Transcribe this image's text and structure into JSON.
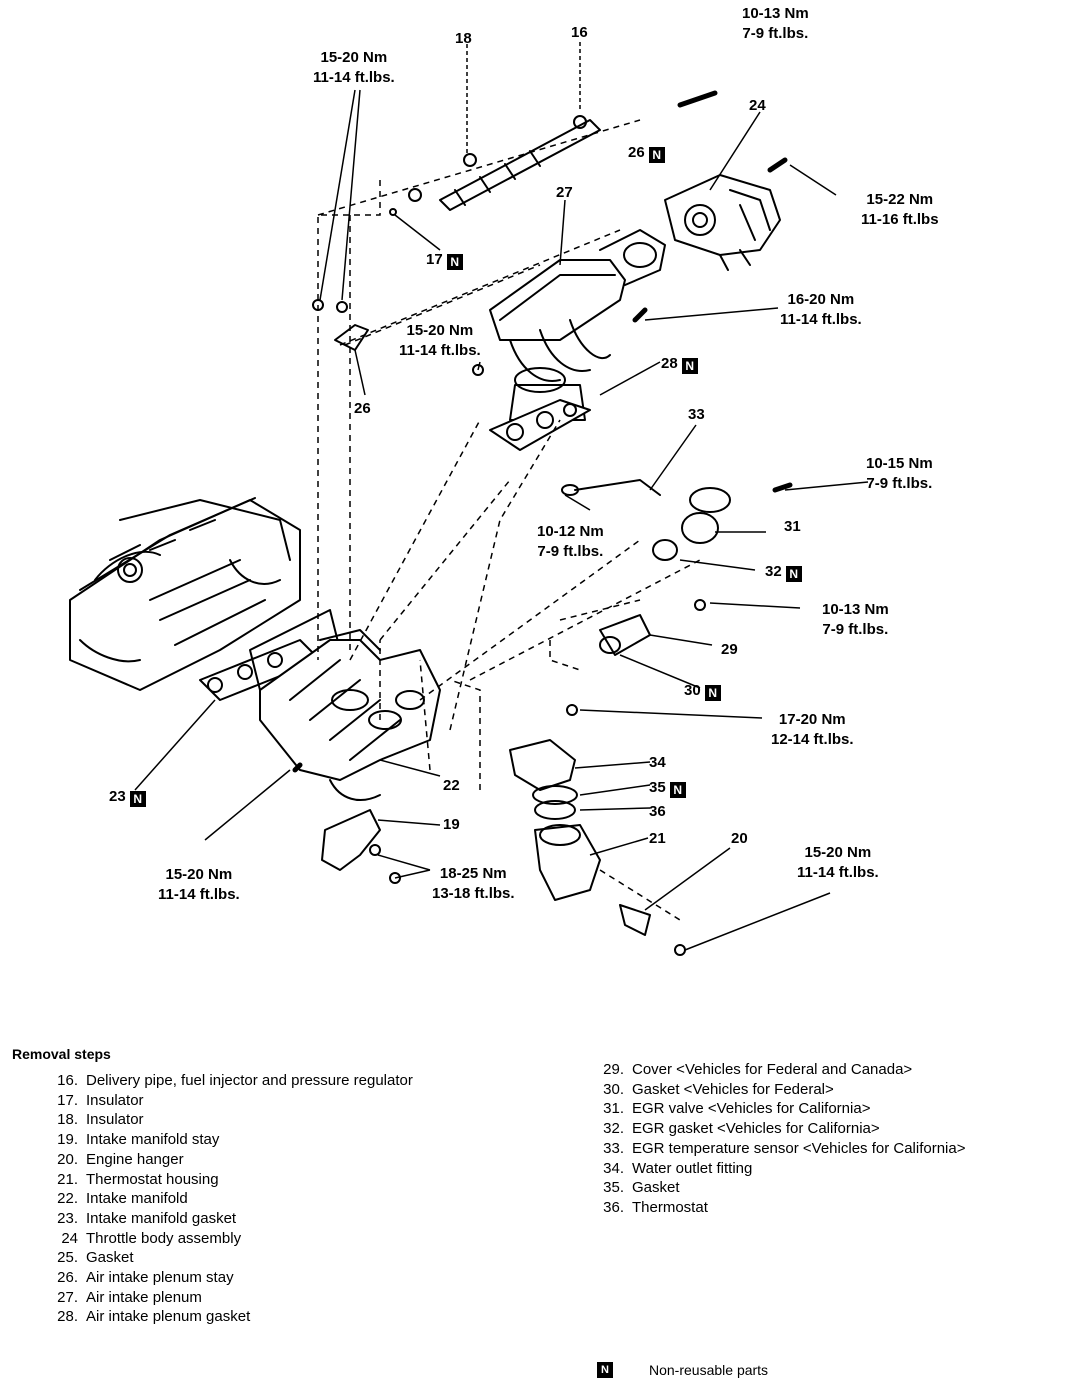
{
  "callouts": {
    "c16": "16",
    "c17": "17",
    "c18": "18",
    "c19": "19",
    "c20": "20",
    "c21": "21",
    "c22": "22",
    "c23": "23",
    "c24": "24",
    "c25": "26",
    "c26": "26",
    "c27": "27",
    "c28": "28",
    "c29": "29",
    "c30": "30",
    "c31": "31",
    "c32": "32",
    "c33": "33",
    "c34": "34",
    "c35": "35",
    "c36": "36"
  },
  "non_reusable_mark": "N",
  "torques": {
    "t1": [
      "10-13 Nm",
      "7-9 ft.lbs."
    ],
    "t2": [
      "15-20 Nm",
      "11-14 ft.lbs."
    ],
    "t3": [
      "15-22 Nm",
      "11-16 ft.lbs"
    ],
    "t4": [
      "16-20 Nm",
      "11-14 ft.lbs."
    ],
    "t5": [
      "15-20 Nm",
      "11-14 ft.lbs."
    ],
    "t6": [
      "10-15 Nm",
      "7-9 ft.lbs."
    ],
    "t7": [
      "10-12 Nm",
      "7-9 ft.lbs."
    ],
    "t8": [
      "10-13 Nm",
      "7-9 ft.lbs."
    ],
    "t9": [
      "17-20 Nm",
      "12-14 ft.lbs."
    ],
    "t10": [
      "15-20 Nm",
      "11-14 ft.lbs."
    ],
    "t11": [
      "15-20 Nm",
      "11-14 ft.lbs."
    ],
    "t12": [
      "18-25 Nm",
      "13-18 ft.lbs."
    ]
  },
  "legend": {
    "title": "Removal steps",
    "left": [
      {
        "num": "16.",
        "text": "Delivery pipe, fuel injector and pressure regulator"
      },
      {
        "num": "17.",
        "text": "Insulator"
      },
      {
        "num": "18.",
        "text": "Insulator"
      },
      {
        "num": "19.",
        "text": "Intake manifold stay"
      },
      {
        "num": "20.",
        "text": "Engine hanger"
      },
      {
        "num": "21.",
        "text": "Thermostat housing"
      },
      {
        "num": "22.",
        "text": "Intake manifold"
      },
      {
        "num": "23.",
        "text": "Intake manifold gasket"
      },
      {
        "num": "24",
        "text": "Throttle body assembly"
      },
      {
        "num": "25.",
        "text": "Gasket"
      },
      {
        "num": "26.",
        "text": "Air intake plenum stay"
      },
      {
        "num": "27.",
        "text": "Air intake plenum"
      },
      {
        "num": "28.",
        "text": "Air intake plenum gasket"
      }
    ],
    "right": [
      {
        "num": "29.",
        "text": "Cover <Vehicles for Federal and Canada>"
      },
      {
        "num": "30.",
        "text": "Gasket <Vehicles for Federal>"
      },
      {
        "num": "31.",
        "text": "EGR valve <Vehicles for California>"
      },
      {
        "num": "32.",
        "text": "EGR gasket <Vehicles for California>"
      },
      {
        "num": "33.",
        "text": "EGR temperature sensor <Vehicles for California>"
      },
      {
        "num": "34.",
        "text": "Water outlet fitting"
      },
      {
        "num": "35.",
        "text": "Gasket"
      },
      {
        "num": "36.",
        "text": "Thermostat"
      }
    ],
    "non_reusable": {
      "mark": "N",
      "label": "Non-reusable parts"
    }
  }
}
